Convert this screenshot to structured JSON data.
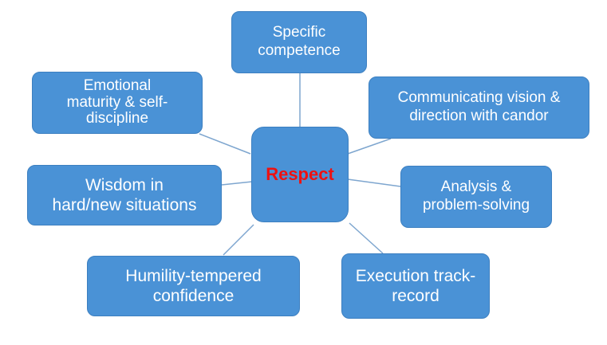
{
  "center": {
    "label": "Respect",
    "color": "#ee1111"
  },
  "nodes": [
    {
      "id": "specific-competence",
      "label": "Specific\ncompetence"
    },
    {
      "id": "communicating-vision",
      "label": "Communicating vision &\ndirection with candor"
    },
    {
      "id": "analysis",
      "label": "Analysis &\nproblem-solving"
    },
    {
      "id": "execution",
      "label": "Execution track-\nrecord"
    },
    {
      "id": "humility",
      "label": "Humility-tempered\nconfidence"
    },
    {
      "id": "wisdom",
      "label": "Wisdom in\nhard/new situations"
    },
    {
      "id": "emotional-maturity",
      "label": "Emotional\nmaturity & self-\ndiscipline"
    }
  ],
  "colors": {
    "node_fill": "#4a92d6",
    "node_border": "#3c7fc0",
    "node_text": "#ffffff",
    "connector": "#7ea6cf"
  }
}
